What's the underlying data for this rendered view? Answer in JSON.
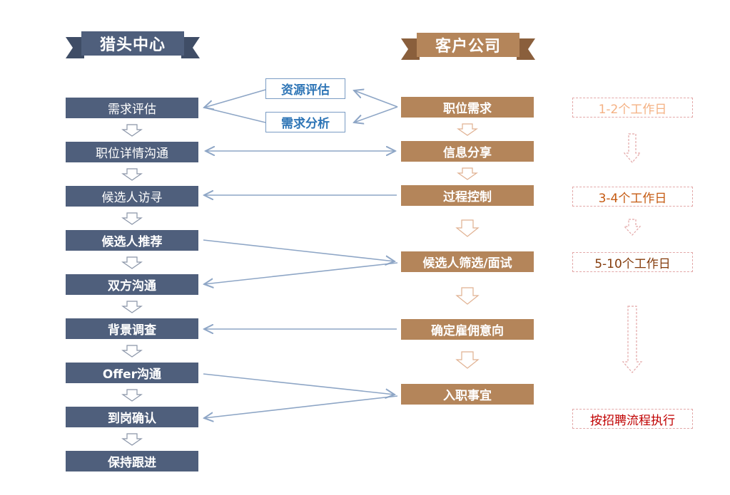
{
  "headers": {
    "left": "猎头中心",
    "right": "客户公司"
  },
  "left_steps": [
    {
      "label": "需求评估",
      "bold": false
    },
    {
      "label": "职位详情沟通",
      "bold": false
    },
    {
      "label": "候选人访寻",
      "bold": false
    },
    {
      "label": "候选人推荐",
      "bold": true
    },
    {
      "label": "双方沟通",
      "bold": true
    },
    {
      "label": "背景调查",
      "bold": true
    },
    {
      "label": "Offer沟通",
      "bold": true
    },
    {
      "label": "到岗确认",
      "bold": true
    },
    {
      "label": "保持跟进",
      "bold": true
    }
  ],
  "right_steps": [
    {
      "label": "职位需求"
    },
    {
      "label": "信息分享"
    },
    {
      "label": "过程控制"
    },
    {
      "label": "候选人筛选/面试"
    },
    {
      "label": "确定雇佣意向"
    },
    {
      "label": "入职事宜"
    }
  ],
  "middle_labels": [
    {
      "label": "资源评估"
    },
    {
      "label": "需求分析"
    }
  ],
  "timeline": [
    {
      "label": "1-2个工作日",
      "color": "#f4b183"
    },
    {
      "label": "3-4个工作日",
      "color": "#c55a11"
    },
    {
      "label": "5-10个工作日",
      "color": "#843c0c"
    },
    {
      "label": "按招聘流程执行",
      "color": "#c00000"
    }
  ],
  "colors": {
    "left_box": "#4f5f7c",
    "right_box": "#b4855a",
    "connector": "#8ea6c6",
    "middle_text": "#2e75b6"
  }
}
